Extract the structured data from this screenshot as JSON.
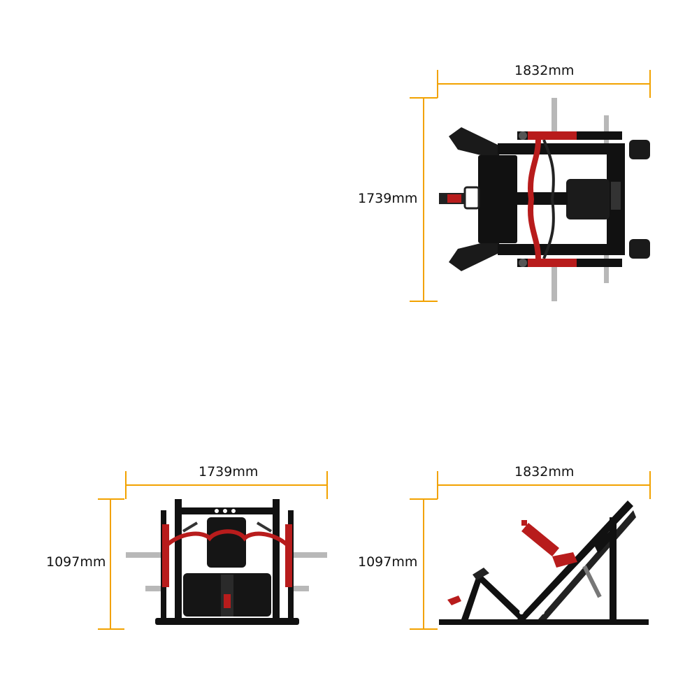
{
  "colors": {
    "dimension_line": "#f2a200",
    "frame": "#111111",
    "accent": "#b81c1c",
    "chrome": "#b8b8b8",
    "text": "#111111"
  },
  "views": {
    "top": {
      "width_label": "1832mm",
      "depth_label": "1739mm"
    },
    "front": {
      "width_label": "1739mm",
      "height_label": "1097mm"
    },
    "side": {
      "width_label": "1832mm",
      "height_label": "1097mm"
    }
  }
}
